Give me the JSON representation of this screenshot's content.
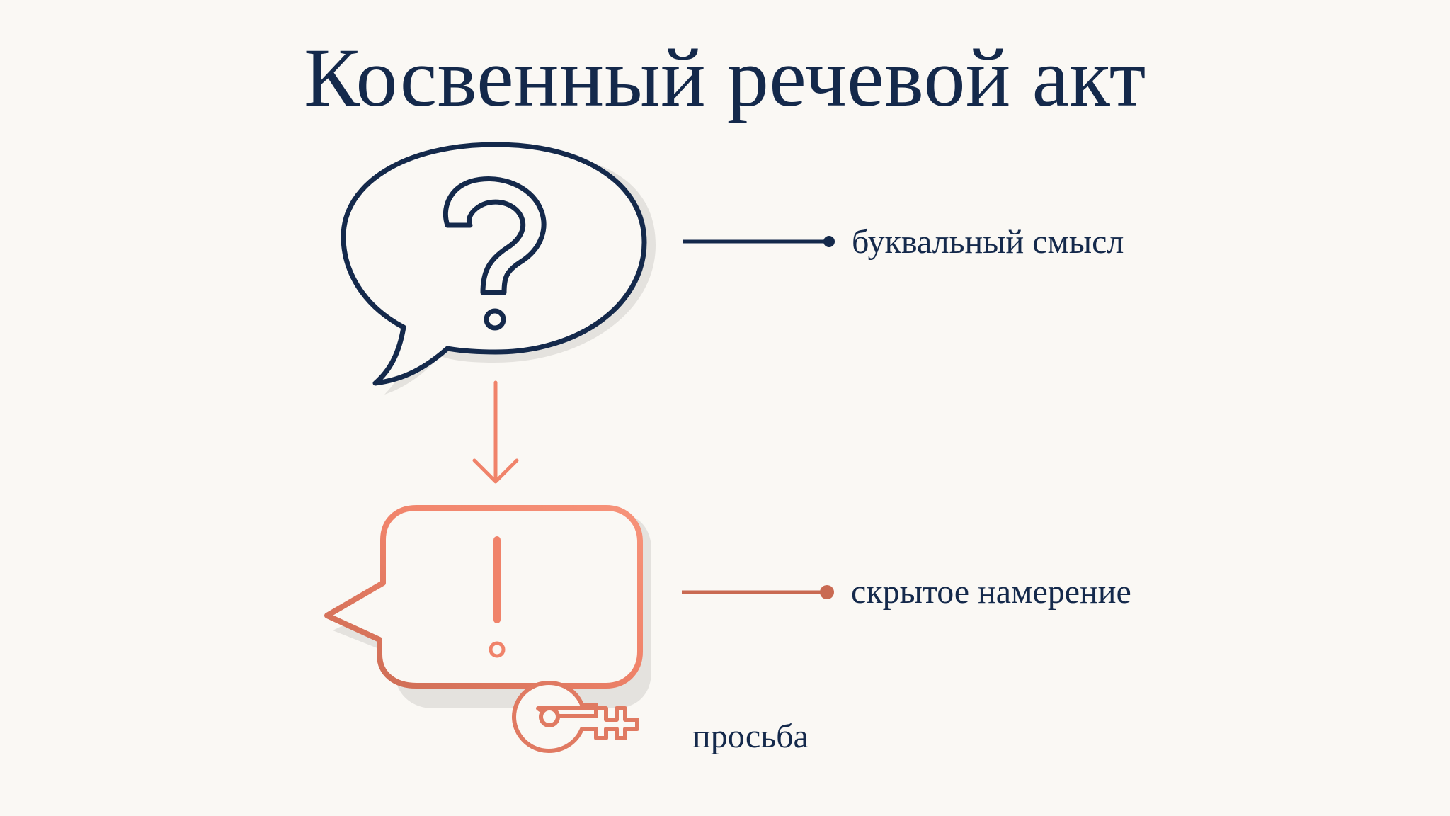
{
  "title": "Косвенный речевой акт",
  "labels": {
    "literal_meaning": "буквальный смысл",
    "hidden_intent": "скрытое намерение",
    "request": "просьба"
  },
  "icons": {
    "question_bubble": "question-speech-bubble-icon",
    "exclamation_bubble": "exclamation-speech-bubble-icon",
    "key": "key-icon",
    "arrow": "arrow-down-icon"
  },
  "colors": {
    "background": "#faf8f4",
    "navy": "#14294b",
    "coral": "#f0836a",
    "coral_dark": "#c96a52",
    "shadow": "#e4e2de"
  }
}
